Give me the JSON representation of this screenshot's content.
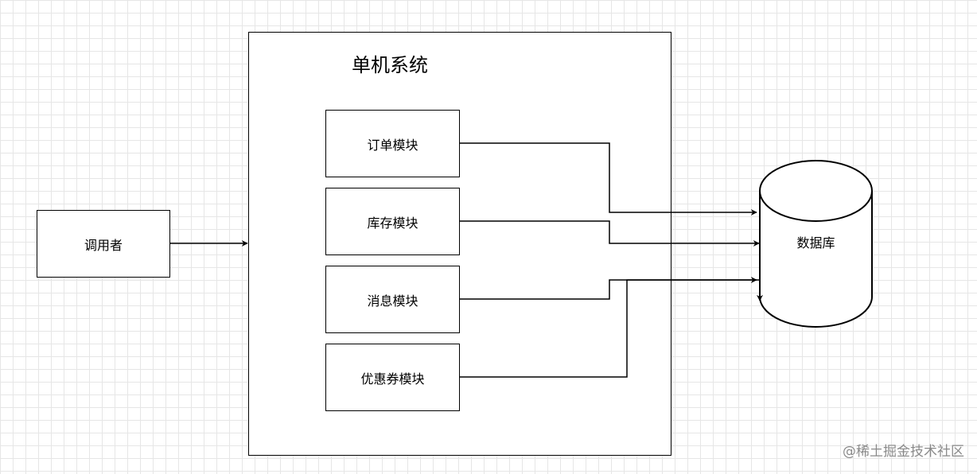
{
  "caller": {
    "label": "调用者"
  },
  "system": {
    "title": "单机系统"
  },
  "modules": [
    {
      "label": "订单模块"
    },
    {
      "label": "库存模块"
    },
    {
      "label": "消息模块"
    },
    {
      "label": "优惠券模块"
    }
  ],
  "database": {
    "label": "数据库"
  },
  "watermark": "@稀土掘金技术社区",
  "colors": {
    "grid": "#e6e6e6",
    "stroke": "#000000",
    "background": "#ffffff"
  }
}
